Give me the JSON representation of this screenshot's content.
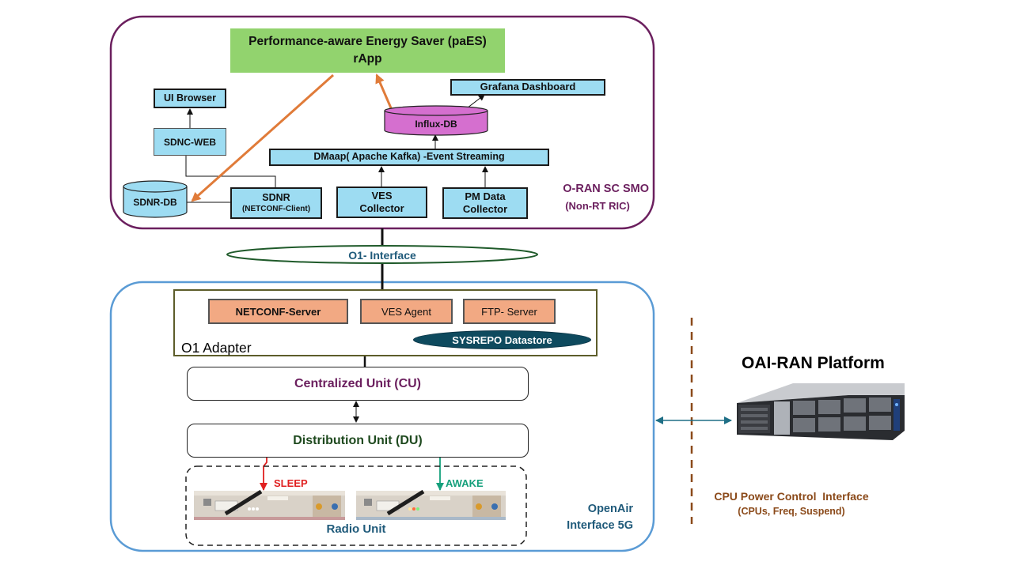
{
  "colors": {
    "smo_border": "#6b1f5e",
    "oai_border": "#5a9bd5",
    "adapter_border": "#5d5d2a",
    "paes_fill": "#92d36e",
    "blue_fill": "#9ddcf2",
    "salmon_fill": "#f2a983",
    "influx_fill": "#d56fcf",
    "sysrepo_fill": "#0e4a5e",
    "orange_arrow": "#e07b39",
    "teal_arrow": "#1f6f86",
    "sleep_red": "#e02020",
    "awake_green": "#15a07c",
    "cu_text": "#6b1f5e",
    "du_text": "#1f4a1f"
  },
  "smo": {
    "paes": {
      "line1": "Performance-aware Energy Saver (paES)",
      "line2": "rApp"
    },
    "ui_browser": "UI Browser",
    "sdnc_web": "SDNC-WEB",
    "sdnr_db": "SDNR-DB",
    "sdnr": {
      "title": "SDNR",
      "subtitle": "(NETCONF-Client)"
    },
    "ves_collector": {
      "line1": "VES",
      "line2": "Collector"
    },
    "pm_collector": {
      "line1": "PM Data",
      "line2": "Collector"
    },
    "dmaap": "DMaap( Apache Kafka) -Event Streaming",
    "influx_db": "Influx-DB",
    "grafana": "Grafana Dashboard",
    "label": {
      "line1": "O-RAN SC SMO",
      "line2": "(Non-RT RIC)"
    }
  },
  "o1_interface": "O1- Interface",
  "adapter": {
    "netconf_server": "NETCONF-Server",
    "ves_agent": "VES Agent",
    "ftp_server": "FTP- Server",
    "sysrepo": "SYSREPO Datastore",
    "label": "O1 Adapter"
  },
  "cu": "Centralized Unit (CU)",
  "du": "Distribution Unit (DU)",
  "radio": {
    "sleep": "SLEEP",
    "awake": "AWAKE",
    "label": "Radio Unit"
  },
  "oai_label": {
    "line1": "OpenAir",
    "line2": "Interface 5G"
  },
  "platform": {
    "title": "OAI-RAN Platform",
    "cpu_title": "CPU Power Control  Interface",
    "cpu_sub": "(CPUs, Freq, Suspend)"
  }
}
